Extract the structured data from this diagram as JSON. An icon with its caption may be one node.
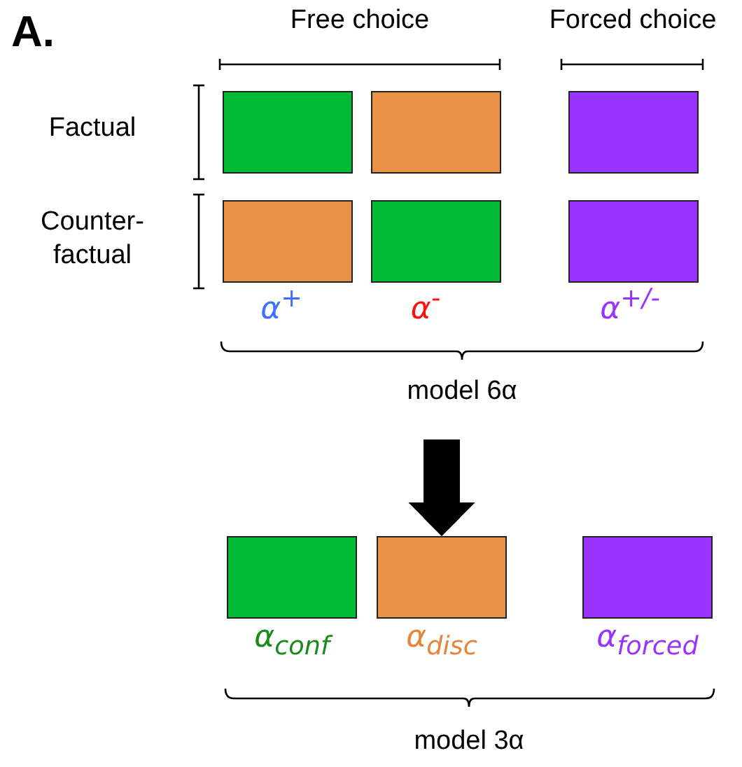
{
  "diagram": {
    "nodes": [
      {
        "text": [],
        "shape": "box"
      },
      {
        "text": [],
        "shape": "box"
      },
      {
        "text": [],
        "shape": "box"
      },
      {
        "text": [],
        "shape": "box"
      },
      {
        "text": [],
        "shape": "box"
      },
      {
        "text": [],
        "shape": "box"
      },
      {
        "text": [
          "model 6α"
        ]
      },
      {
        "text": [],
        "shape": "box",
        "beside": [
          "α$_{conf}$"
        ]
      },
      {
        "text": [],
        "shape": "box",
        "beside": [
          "α$_{disc}$"
        ]
      },
      {
        "text": [],
        "shape": "box",
        "beside": [
          "α$_{forced}$"
        ]
      }
    ],
    "edges": [
      {
        "from": 6,
        "to": 8,
        "arrow": "to"
      }
    ],
    "labels": [
      "A.",
      "Free choice",
      "Forced choice",
      "Factual",
      "Counter- factual",
      "α$^{+}$",
      "α$^{-}$",
      "α$^{+/-}$",
      "model 3α"
    ]
  }
}
